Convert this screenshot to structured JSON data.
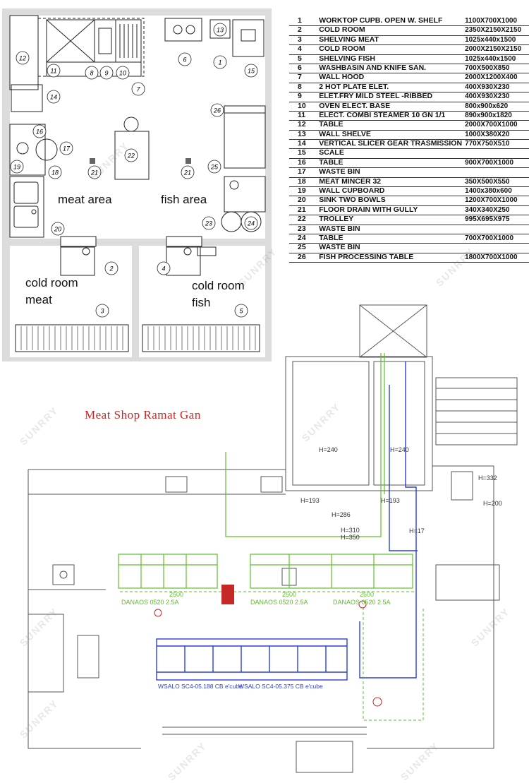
{
  "top_plan": {
    "area_labels": {
      "meat_area": "meat area",
      "fish_area": "fish area",
      "cold_room_meat_1": "cold room",
      "cold_room_meat_2": "meat",
      "cold_room_fish_1": "cold room",
      "cold_room_fish_2": "fish"
    },
    "markers": [
      "1",
      "2",
      "3",
      "4",
      "5",
      "6",
      "7",
      "8",
      "9",
      "10",
      "11",
      "12",
      "13",
      "14",
      "15",
      "16",
      "17",
      "18",
      "19",
      "20",
      "21",
      "21",
      "22",
      "23",
      "24",
      "25",
      "26"
    ]
  },
  "equipment": [
    {
      "no": "1",
      "name": "WORKTOP CUPB. OPEN W. SHELF",
      "dim": "1100X700X1000"
    },
    {
      "no": "2",
      "name": "COLD ROOM",
      "dim": "2350X2150X2150"
    },
    {
      "no": "3",
      "name": "SHELVING MEAT",
      "dim": "1025x440x1500"
    },
    {
      "no": "4",
      "name": "COLD ROOM",
      "dim": "2000X2150X2150"
    },
    {
      "no": "5",
      "name": "SHELVING        FISH",
      "dim": "1025x440x1500"
    },
    {
      "no": "6",
      "name": "WASHBASIN AND KNIFE SAN.",
      "dim": "700X500X850"
    },
    {
      "no": "7",
      "name": "WALL HOOD",
      "dim": "2000X1200X400"
    },
    {
      "no": "8",
      "name": "2 HOT PLATE ELET.",
      "dim": "400X930X230"
    },
    {
      "no": "9",
      "name": "ELET.FRY MILD STEEL -RIBBED",
      "dim": "400X930X230"
    },
    {
      "no": "10",
      "name": "OVEN ELECT. BASE",
      "dim": "800x900x620"
    },
    {
      "no": "11",
      "name": "ELECT. COMBI STEAMER 10 GN 1/1",
      "dim": "890x900x1820"
    },
    {
      "no": "12",
      "name": "TABLE",
      "dim": "2000X700X1000"
    },
    {
      "no": "13",
      "name": "WALL SHELVE",
      "dim": "1000X380X20"
    },
    {
      "no": "14",
      "name": "VERTICAL SLICER GEAR TRASMISSION",
      "dim": "770X750X510"
    },
    {
      "no": "15",
      "name": "SCALE",
      "dim": ""
    },
    {
      "no": "16",
      "name": "TABLE",
      "dim": "900X700X1000"
    },
    {
      "no": "17",
      "name": "WASTE BIN",
      "dim": ""
    },
    {
      "no": "18",
      "name": "MEAT MINCER 32",
      "dim": "350X500X550"
    },
    {
      "no": "19",
      "name": "WALL CUPBOARD",
      "dim": "1400x380x600"
    },
    {
      "no": "20",
      "name": "SINK TWO BOWLS",
      "dim": "1200X700X1000"
    },
    {
      "no": "21",
      "name": "FLOOR DRAIN WITH GULLY",
      "dim": "340X340X250"
    },
    {
      "no": "22",
      "name": "TROLLEY",
      "dim": "995X695X975"
    },
    {
      "no": "23",
      "name": "WASTE BIN",
      "dim": ""
    },
    {
      "no": "24",
      "name": "TABLE",
      "dim": "700X700X1000"
    },
    {
      "no": "25",
      "name": "WASTE BIN",
      "dim": ""
    },
    {
      "no": "26",
      "name": "FISH PROCESSING TABLE",
      "dim": "1800X700X1000"
    }
  ],
  "bottom_plan": {
    "title": "Meat Shop Ramat Gan",
    "height_labels": [
      "H=240",
      "H=240",
      "H=193",
      "H=193",
      "H=286",
      "H=310",
      "H=350",
      "H=332",
      "H=200",
      "H=17"
    ],
    "dim_labels": [
      "2500",
      "2500",
      "2500"
    ],
    "model_labels": [
      "DANAOS 0520 2.5A",
      "DANAOS 0520 2.5A",
      "DANAOS 0520 2.5A",
      "WSALO SC4-05.188 CB e'cube",
      "WSALO SC4-05.375 CB e'cube"
    ],
    "watermark": "SUNRRY"
  },
  "colors": {
    "green": "#5fbf2a",
    "blue": "#2a3fd6",
    "red": "#c62828",
    "line": "#222222"
  }
}
